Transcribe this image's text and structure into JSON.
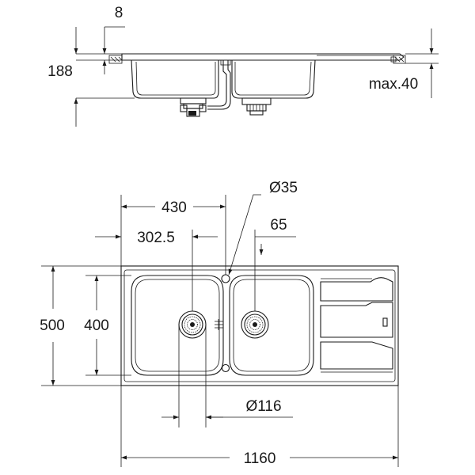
{
  "side_view": {
    "rim_thickness": "8",
    "height": "188",
    "countertop_max": "max.40"
  },
  "top_view": {
    "overall_width": "1160",
    "overall_depth": "500",
    "bowl_depth": "400",
    "bowl_center_spacing": "430",
    "waste_offset": "302.5",
    "tap_hole_diameter": "Ø35",
    "tap_hole_offset": "65",
    "waste_diameter": "Ø116"
  },
  "colors": {
    "line": "#1a1a1a",
    "background": "#ffffff"
  }
}
